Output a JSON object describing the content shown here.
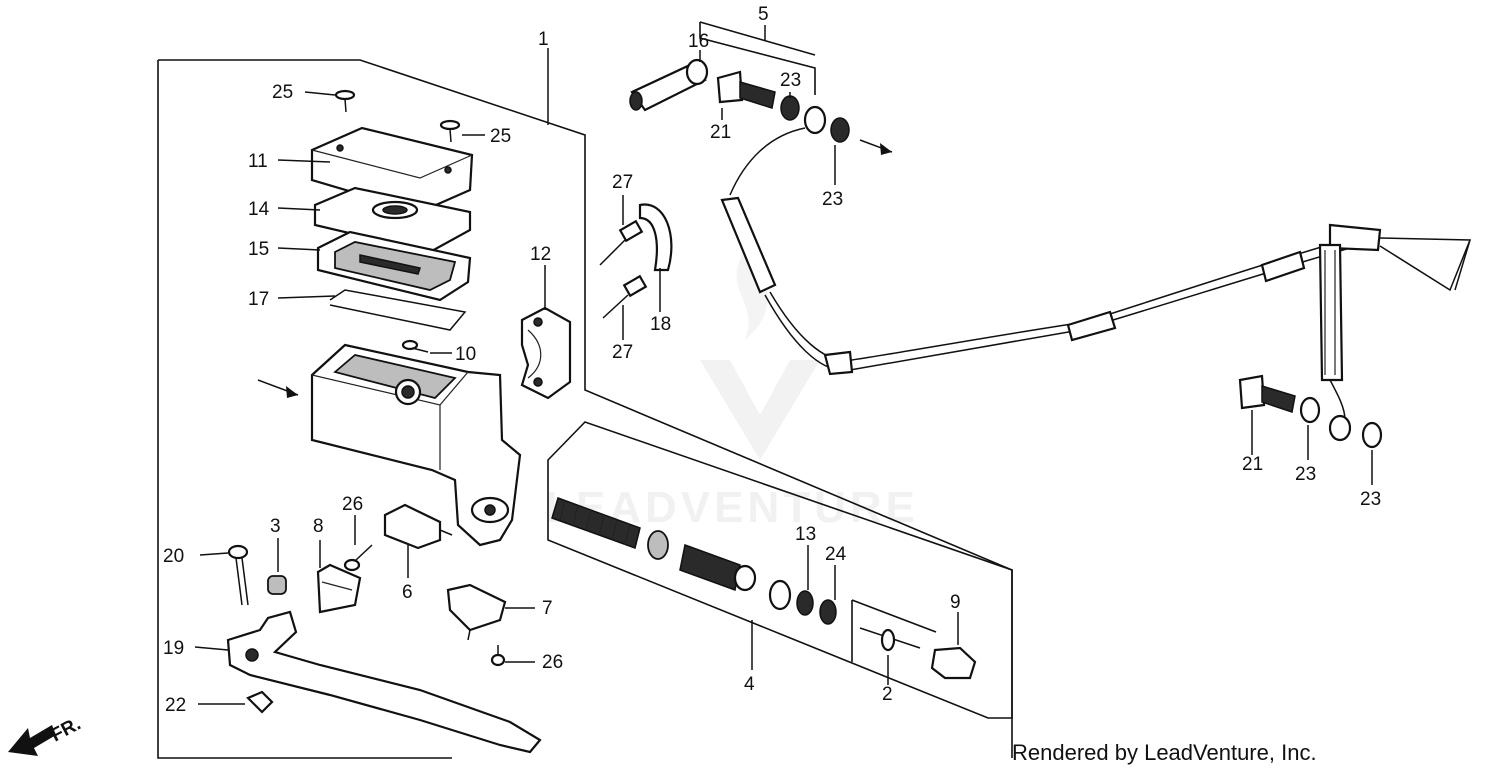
{
  "callouts": {
    "c1": "1",
    "c2": "2",
    "c3": "3",
    "c4": "4",
    "c5": "5",
    "c6": "6",
    "c7": "7",
    "c8": "8",
    "c9": "9",
    "c10": "10",
    "c11": "11",
    "c12": "12",
    "c13": "13",
    "c14": "14",
    "c15": "15",
    "c16": "16",
    "c17": "17",
    "c18": "18",
    "c19": "19",
    "c20": "20",
    "c21a": "21",
    "c21b": "21",
    "c22": "22",
    "c23a": "23",
    "c23b": "23",
    "c23c": "23",
    "c23d": "23",
    "c24": "24",
    "c25a": "25",
    "c25b": "25",
    "c26a": "26",
    "c26b": "26",
    "c27a": "27",
    "c27b": "27"
  },
  "front_marker": "FR.",
  "watermark": "LEADVENTURE",
  "credit": "Rendered by LeadVenture, Inc."
}
